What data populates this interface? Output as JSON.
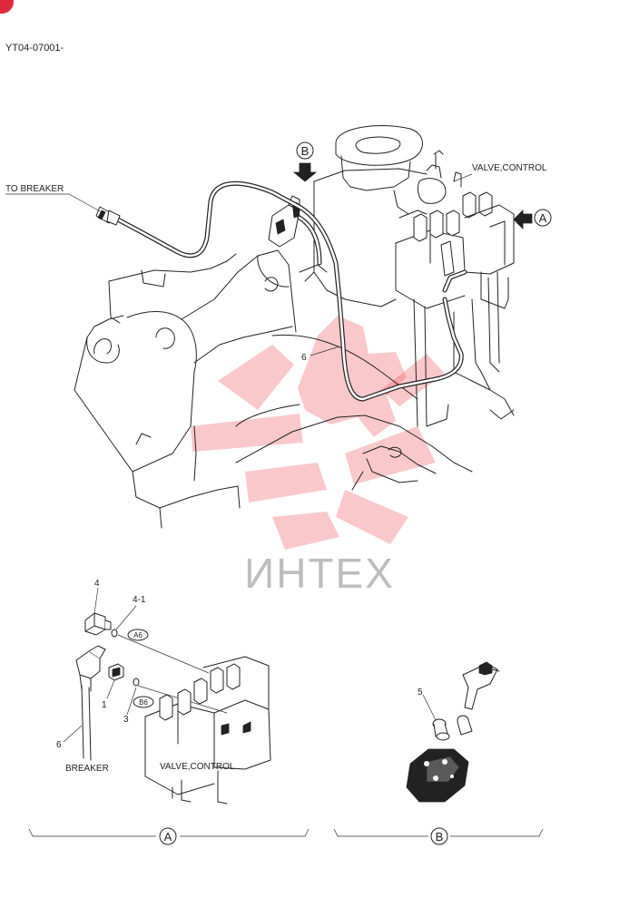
{
  "doc_code": "YT04-07001-",
  "labels": {
    "to_breaker": "TO BREAKER",
    "valve_control_main": "VALVE,CONTROL",
    "view_b_marker": "B",
    "view_a_marker": "A",
    "part_6_main": "6",
    "part_4": "4",
    "part_4_1": "4-1",
    "ref_a6": "A6",
    "part_1": "1",
    "part_3": "3",
    "ref_b6": "B6",
    "part_6_detail": "6",
    "breaker": "BREAKER",
    "valve_control_detail": "VALVE,CONTROL",
    "part_5": "5",
    "view_a_caption": "A",
    "view_b_caption": "B"
  },
  "watermark": {
    "text": "ИНТЕХ",
    "color": "#f04a4e"
  },
  "colors": {
    "line": "#222222",
    "corner_mark": "#e0283c"
  }
}
